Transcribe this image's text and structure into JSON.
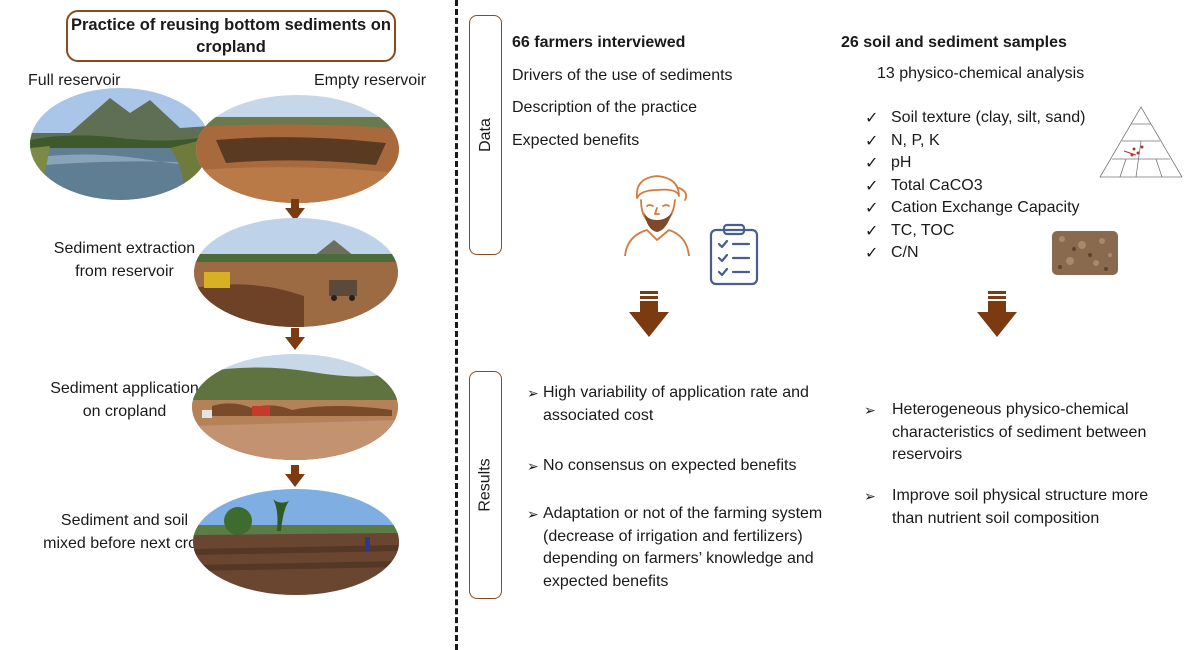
{
  "left": {
    "title": "Practice of reusing bottom sediments on cropland",
    "full_reservoir": "Full reservoir",
    "empty_reservoir": "Empty reservoir",
    "step_extraction": "Sediment extraction from reservoir",
    "step_application": "Sediment application on cropland",
    "step_mixed": "Sediment and soil mixed before next crop"
  },
  "data_section": {
    "tab_label": "Data",
    "farmers_title": "66 farmers interviewed",
    "farmers_items": [
      "Drivers of the use of sediments",
      "Description of the practice",
      "Expected benefits"
    ],
    "samples_title": "26 soil and sediment samples",
    "samples_subtitle": "13 physico-chemical analysis",
    "check_mark": "✓",
    "analyses": [
      "Soil texture (clay, silt, sand)",
      "N, P, K",
      "pH",
      "Total CaCO3",
      "Cation Exchange Capacity",
      "TC, TOC",
      "C/N"
    ]
  },
  "results_section": {
    "tab_label": "Results",
    "bullet": "➢",
    "farmer_results": [
      "High variability of application rate and associated cost",
      "No consensus on expected benefits",
      "Adaptation or not of the farming system (decrease of irrigation and fertilizers) depending on farmers’ knowledge and expected benefits"
    ],
    "sample_results": [
      "Heterogeneous physico-chemical characteristics of sediment between reservoirs",
      "Improve soil physical structure more than nutrient soil composition"
    ]
  },
  "colors": {
    "accent_brown": "#8b4a1c",
    "arrow_brown": "#7b3a10"
  },
  "icons": [
    "farmer-icon",
    "clipboard-checklist-icon",
    "texture-triangle-icon",
    "soil-sample-photo"
  ]
}
